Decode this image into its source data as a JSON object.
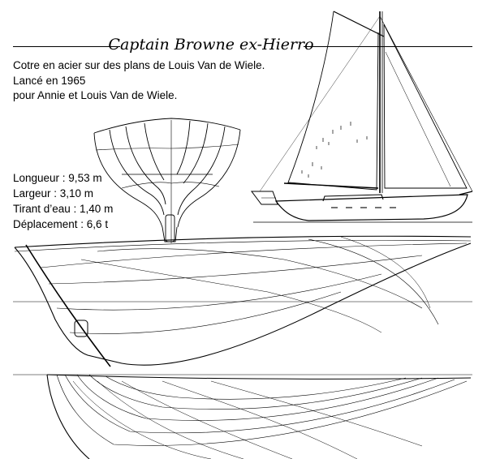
{
  "title": "Captain Browne ex-Hierro",
  "description": [
    "Cotre en acier sur des plans de Louis Van de Wiele.",
    "Lancé en 1965",
    "pour Annie et Louis Van de Wiele."
  ],
  "specs": [
    "Longueur : 9,53 m",
    "Largeur : 3,10 m",
    "Tirant d’eau : 1,40 m",
    "Déplacement : 6,6 t"
  ],
  "colors": {
    "ink": "#000000",
    "paper": "#ffffff"
  }
}
